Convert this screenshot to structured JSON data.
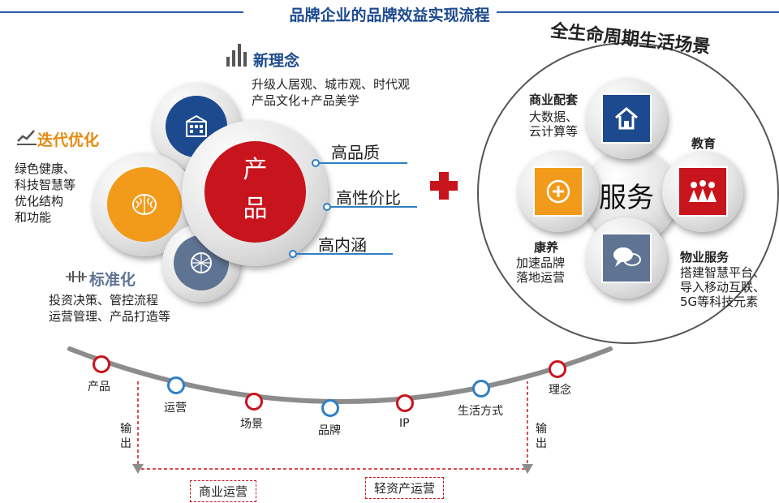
{
  "title": "品牌企业的品牌效益实现流程",
  "left": {
    "product_label_1": "产",
    "product_label_2": "品",
    "new_concept": {
      "title": "新理念",
      "lines": [
        "升级人居观、城市观、时代观",
        "产品文化+产品美学"
      ]
    },
    "iteration": {
      "title": "迭代优化",
      "lines": [
        "绿色健康、",
        "科技智慧等",
        "优化结构",
        "和功能"
      ]
    },
    "standardize": {
      "title": "标准化",
      "lines": [
        "投资决策、管控流程",
        "运营管理、产品打造等"
      ]
    },
    "features": [
      "高品质",
      "高性价比",
      "高内涵"
    ]
  },
  "right": {
    "ring_title": "全生命周期生活场景",
    "center": "服务",
    "items": [
      {
        "title": "商业配套",
        "lines": [
          "大数据、",
          "云计算等"
        ]
      },
      {
        "title": "教育",
        "lines": []
      },
      {
        "title": "康养",
        "lines": [
          "加速品牌",
          "落地运营"
        ]
      },
      {
        "title": "物业服务",
        "lines": [
          "搭建智慧平台、",
          "导入移动互联、",
          "5G等科技元素"
        ]
      }
    ]
  },
  "timeline": {
    "nodes": [
      "产品",
      "运营",
      "场景",
      "品牌",
      "IP",
      "生活方式",
      "理念"
    ],
    "output_left": "输出",
    "output_right": "输出",
    "box_left": "商业运营",
    "box_right": "轻资产运营"
  },
  "colors": {
    "red": "#c8141c",
    "blue": "#2f7fc5",
    "orange": "#f29a1a",
    "navy": "#1d4a8f",
    "slate": "#5f7393"
  }
}
